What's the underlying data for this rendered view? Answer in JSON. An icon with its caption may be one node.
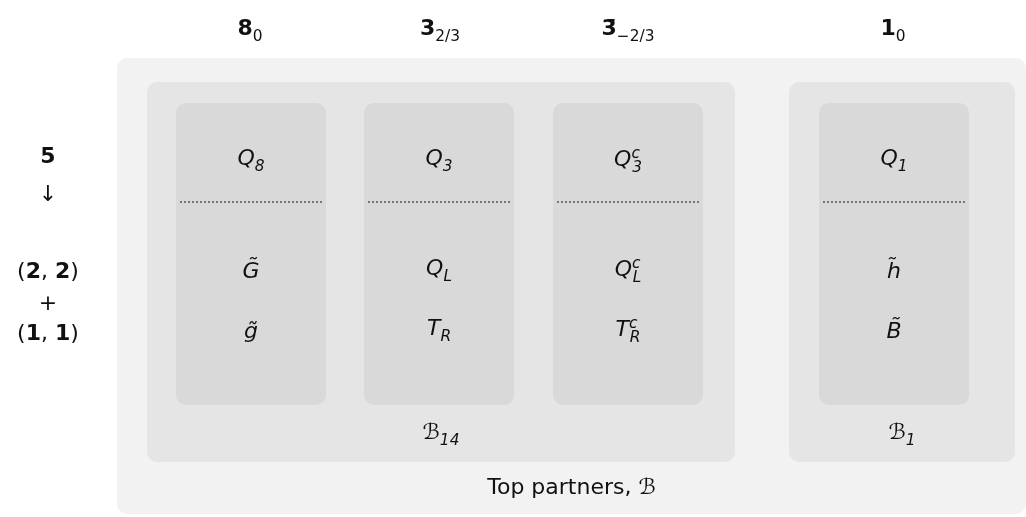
{
  "diagram": {
    "nodes": [
      {
        "text": [
          "Top partners, *ℬ*"
        ]
      },
      {
        "text": [
          "ℬ$_{14}$"
        ],
        "in": 0
      },
      {
        "text": [
          "Q$_{8}$",
          "G̃",
          "g̃"
        ],
        "in": 1
      },
      {
        "text": [
          "Q$_{3}$",
          "Q$_{L}$",
          "T$_{R}$"
        ],
        "in": 1
      },
      {
        "text": [
          "Q$^{c}$$_{3}$",
          "Q$^{c}$$_{L}$",
          "T$^{c}$$_{R}$"
        ],
        "in": 1
      },
      {
        "text": [
          "ℬ$_{1}$"
        ],
        "in": 0
      },
      {
        "text": [
          "Q$_{1}$",
          "h̃",
          "B̃"
        ],
        "in": 5
      }
    ],
    "edges": [],
    "labels": [
      "**8**$_{0}$",
      "**3**$_{2/3}$",
      "**3̄**$_{−2/3}$",
      "**1**$_{0}$",
      "**5**",
      "↓",
      "(**2**, **2**)",
      "+",
      "(**1**, **1**)"
    ]
  }
}
